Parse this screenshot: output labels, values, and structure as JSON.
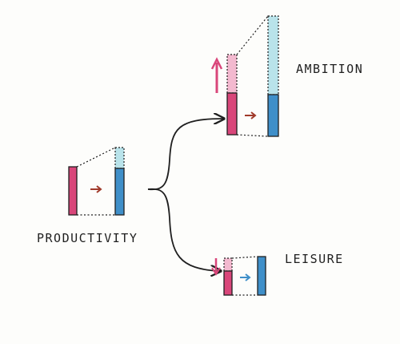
{
  "labels": {
    "productivity": "PRODUCTIVITY",
    "ambition": "AMBITION",
    "leisure": "LEISURE"
  },
  "colors": {
    "pink": "#d9467a",
    "pink_light": "#f3b9cf",
    "blue": "#3f8fc9",
    "blue_light": "#b9e3ea",
    "ink": "#1f1f1f",
    "arrow_small": "#a03a2a"
  }
}
